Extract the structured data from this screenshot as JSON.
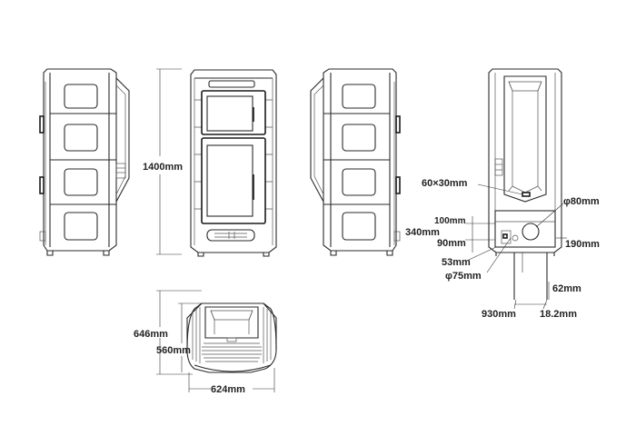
{
  "dimensions": {
    "height_total": "1400mm",
    "depth_total": "646mm",
    "depth_inner": "560mm",
    "width": "624mm",
    "flue_outlet": "60×30mm",
    "pipe_diameter_80": "φ80mm",
    "pipe_diameter_75": "φ75mm",
    "offset_100": "100mm",
    "height_340": "340mm",
    "height_90": "90mm",
    "height_190": "190mm",
    "height_53": "53mm",
    "offset_62": "62mm",
    "height_930": "930mm",
    "offset_18_2": "18.2mm"
  },
  "colors": {
    "line": "#2a2a2a",
    "background": "#ffffff"
  }
}
